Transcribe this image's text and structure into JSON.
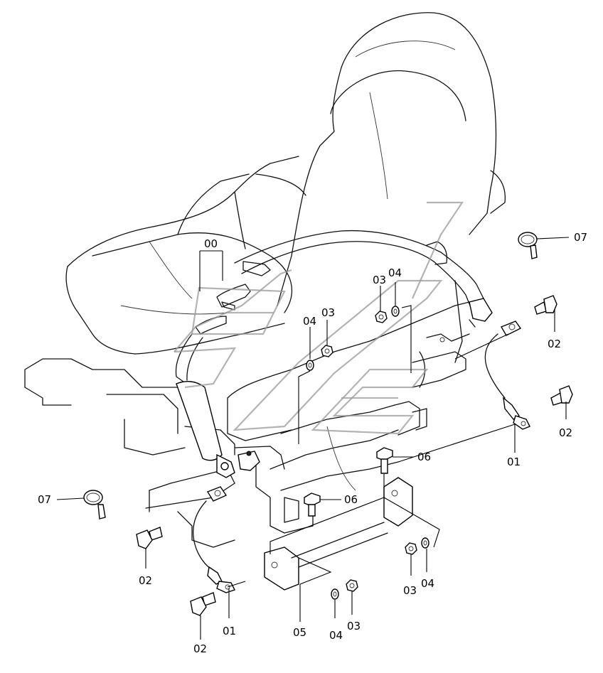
{
  "diagram": {
    "labels": {
      "p00": "00",
      "p01a": "01",
      "p01b": "01",
      "p02a": "02",
      "p02b": "02",
      "p02c": "02",
      "p02d": "02",
      "p03a": "03",
      "p03b": "03",
      "p03c": "03",
      "p03d": "03",
      "p04a": "04",
      "p04b": "04",
      "p04c": "04",
      "p04d": "04",
      "p05": "05",
      "p06a": "06",
      "p06b": "06",
      "p07a": "07",
      "p07b": "07"
    }
  }
}
